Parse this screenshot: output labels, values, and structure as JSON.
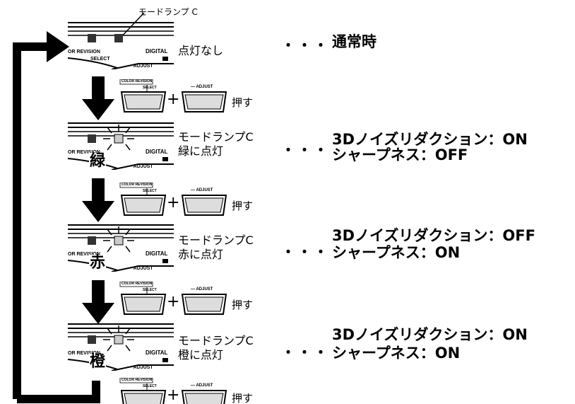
{
  "callout_label": "モードランプ C",
  "panel_texts": {
    "color_revision": "OR REVISION",
    "select": "SELECT",
    "digital": "DIGITAL",
    "adjust": "— ADJUST",
    "btn_color_revision": "COLOR REVISION",
    "btn_select": "SELECT",
    "btn_adjust": "— ADJUST"
  },
  "push_label": "押す",
  "plus": "+",
  "dots": "・・・",
  "states": [
    {
      "lamp_text_1": "点灯なし",
      "lamp_text_2": "",
      "color_char": "",
      "result_1": "通常時",
      "result_2": ""
    },
    {
      "lamp_text_1": "モードランプC",
      "lamp_text_2": "緑に点灯",
      "color_char": "緑",
      "result_1": "3Dノイズリダクション：ON",
      "result_2": "シャープネス：OFF"
    },
    {
      "lamp_text_1": "モードランプC",
      "lamp_text_2": "赤に点灯",
      "color_char": "赤",
      "result_1": "3Dノイズリダクション：OFF",
      "result_2": "シャープネス：ON"
    },
    {
      "lamp_text_1": "モードランプC",
      "lamp_text_2": "橙に点灯",
      "color_char": "橙",
      "result_1": "3Dノイズリダクション：ON",
      "result_2": "シャープネス：ON"
    }
  ]
}
